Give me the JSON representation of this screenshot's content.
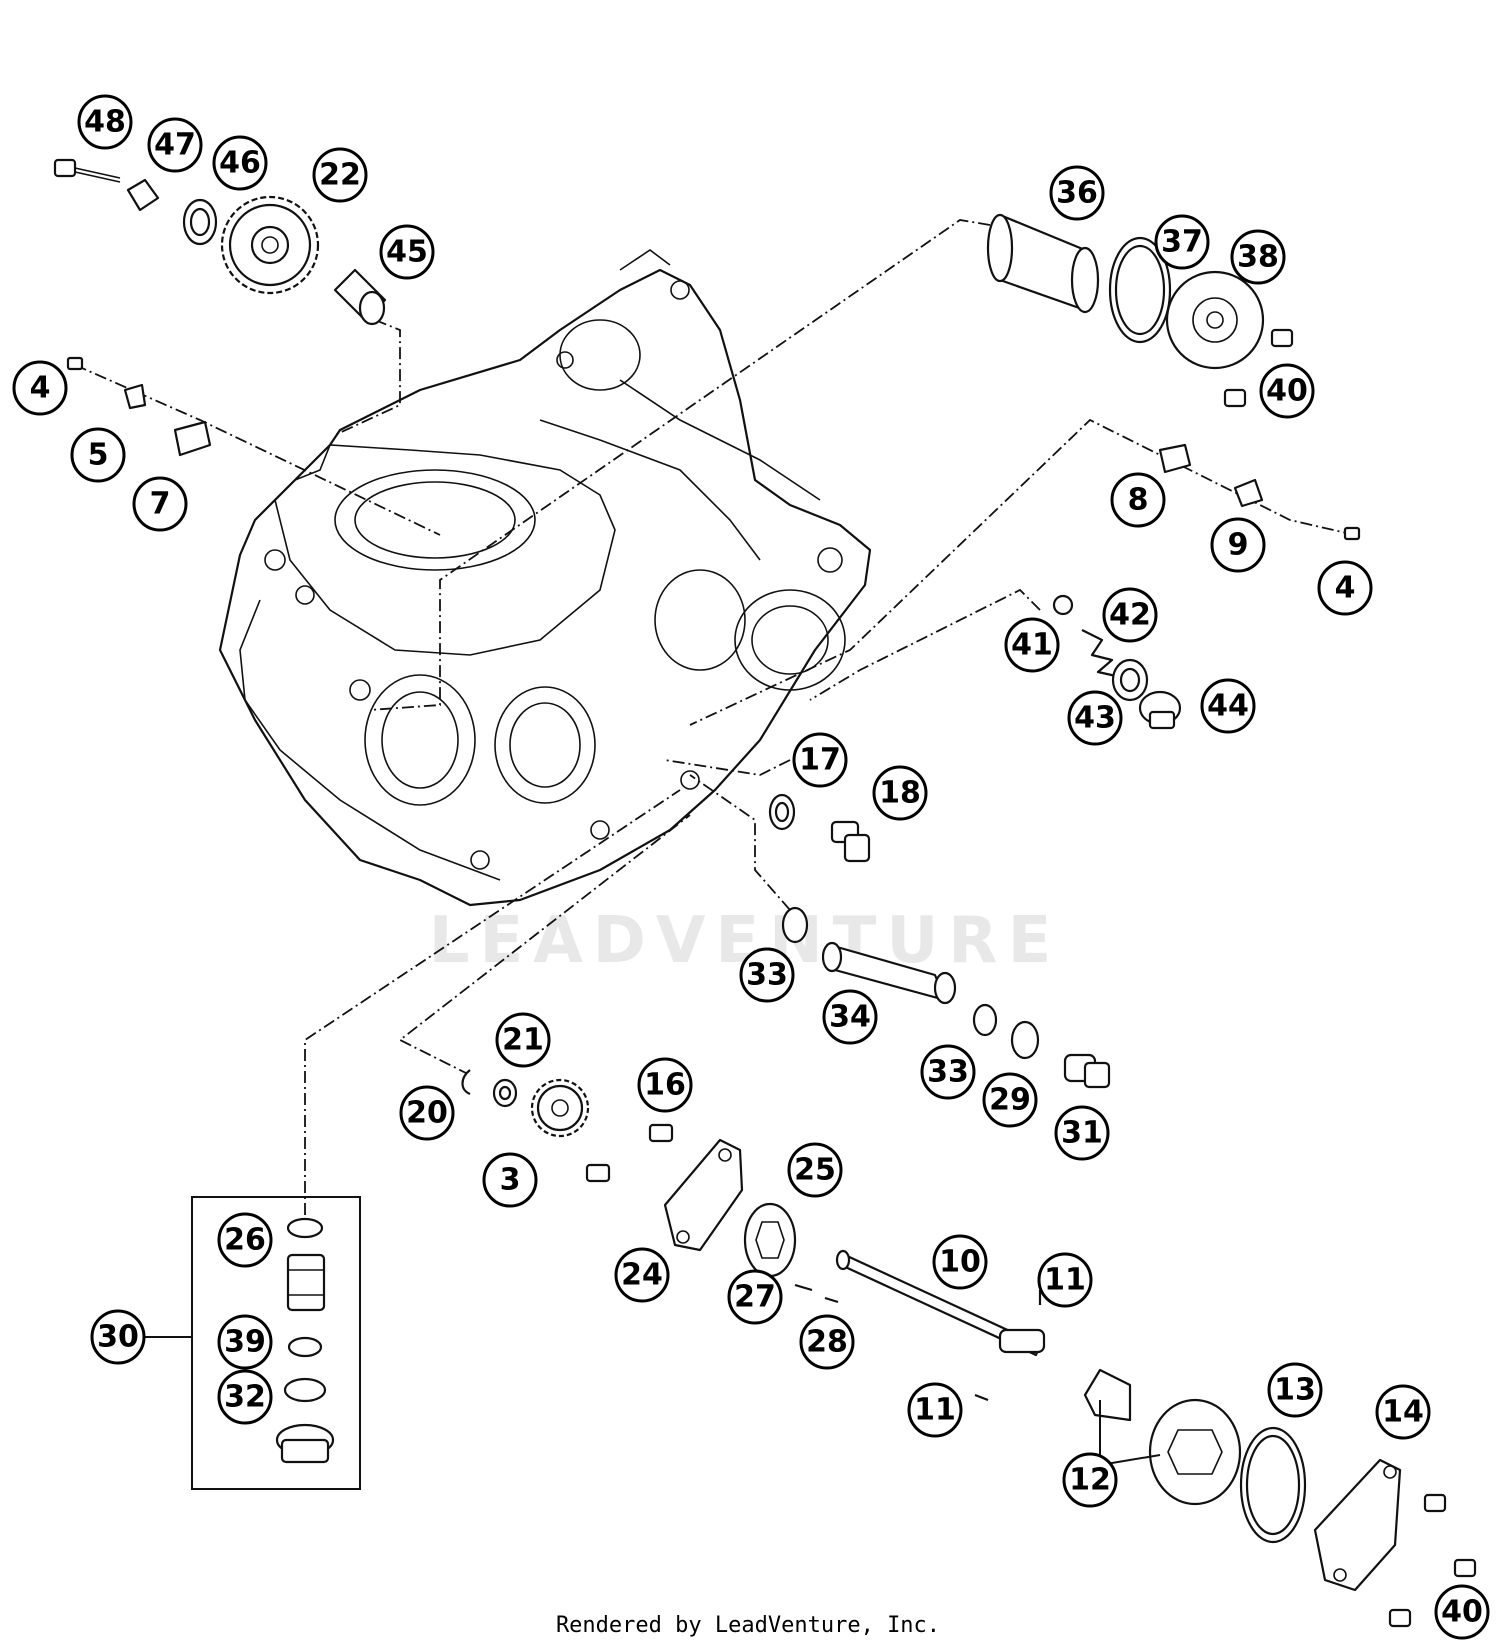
{
  "footer": {
    "text": "Rendered by LeadVenture, Inc."
  },
  "watermark": {
    "text": "LEADVENTURE"
  },
  "callouts": {
    "c48": "48",
    "c47": "47",
    "c46": "46",
    "c22": "22",
    "c45": "45",
    "c36": "36",
    "c37": "37",
    "c38": "38",
    "c40a": "40",
    "c40b": "40",
    "c4a": "4",
    "c5": "5",
    "c7": "7",
    "c8": "8",
    "c9": "9",
    "c4b": "4",
    "c41": "41",
    "c42": "42",
    "c43": "43",
    "c44": "44",
    "c17": "17",
    "c18": "18",
    "c33a": "33",
    "c34": "34",
    "c33b": "33",
    "c29": "29",
    "c31": "31",
    "c21": "21",
    "c20": "20",
    "c16": "16",
    "c3": "3",
    "c25": "25",
    "c24": "24",
    "c10": "10",
    "c11a": "11",
    "c27": "27",
    "c28": "28",
    "c11b": "11",
    "c12": "12",
    "c13": "13",
    "c14": "14",
    "c26": "26",
    "c30": "30",
    "c39": "39",
    "c32": "32"
  }
}
